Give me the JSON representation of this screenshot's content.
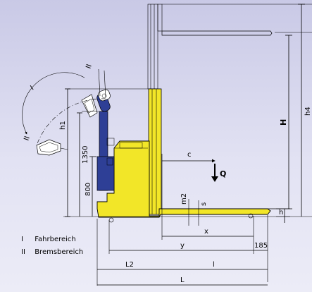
{
  "legend": {
    "item1_roman": "I",
    "item1_label": "Fahrbereich",
    "item2_roman": "II",
    "item2_label": "Bremsbereich"
  },
  "labels": {
    "arc_I": "I",
    "arc_II_top": "II",
    "arc_II_left": "II",
    "h1": "h1",
    "h4": "h4",
    "H": "H",
    "d1350": "1350",
    "d800": "800",
    "c": "c",
    "Q": "Q",
    "m2": "m2",
    "s": "s",
    "h": "h",
    "x": "x",
    "y": "y",
    "d185": "185",
    "L2": "L2",
    "l": "l",
    "L": "L"
  },
  "colors": {
    "chassis_yellow": "#f2e628",
    "mast_yellow": "#f2e628",
    "tiller_blue": "#2e3f96",
    "outline": "#000000"
  }
}
